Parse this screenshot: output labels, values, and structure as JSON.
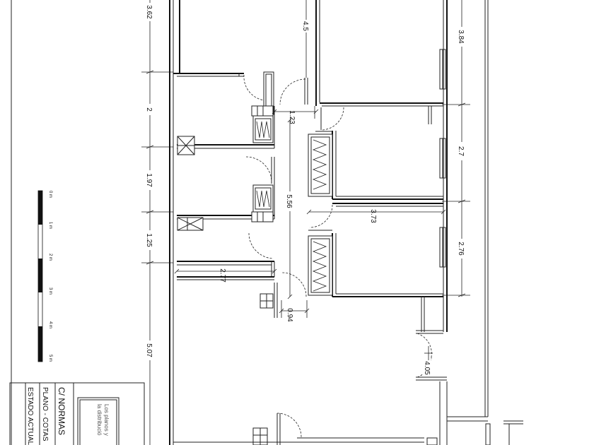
{
  "dimensions": {
    "left": [
      "3.62",
      "2",
      "1.97",
      "1.25",
      "5.07"
    ],
    "right": [
      "3.84",
      "2.7",
      "2.76"
    ],
    "interior": [
      "4.5",
      "1.23",
      "5.56",
      "3.73",
      "2.77",
      "0.94",
      "4.05"
    ]
  },
  "scale_bar": {
    "labels": [
      "0 m",
      "1 m",
      "2 m",
      "3 m",
      "4 m",
      "5 m"
    ]
  },
  "title_block": {
    "street": "C/ NORMAS",
    "drawing": "PLANO - COTAS",
    "state": "ESTADO ACTUAL",
    "note_line1": "Los planos y",
    "note_line2": "la distribució"
  }
}
